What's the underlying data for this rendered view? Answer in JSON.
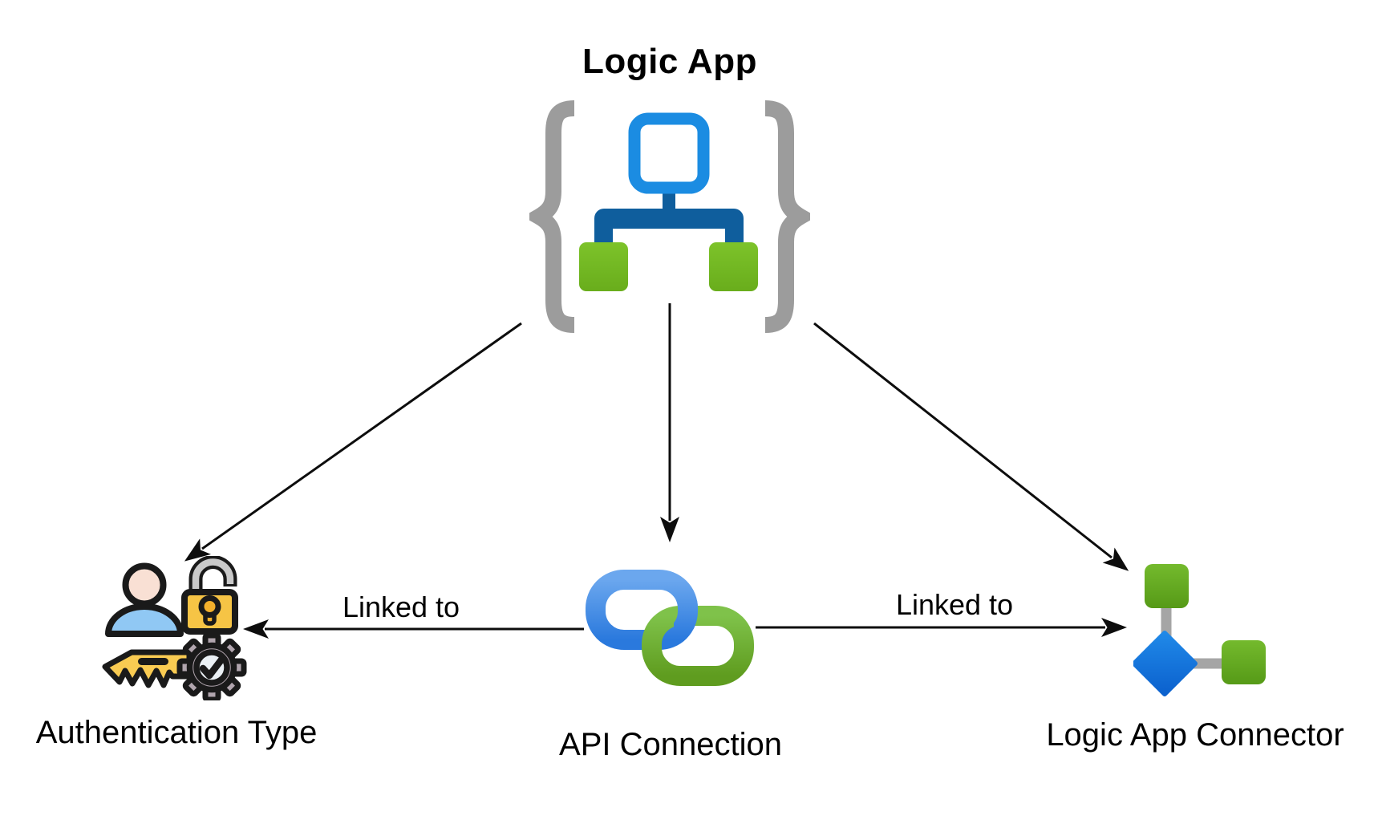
{
  "title": "Logic App",
  "nodes": {
    "auth": {
      "label": "Authentication Type"
    },
    "api": {
      "label": "API Connection"
    },
    "connector": {
      "label": "Logic App Connector"
    }
  },
  "edges": {
    "api_to_auth": {
      "label": "Linked to"
    },
    "api_to_connector": {
      "label": "Linked to"
    }
  },
  "icons": {
    "logic_app": "curly-braces-workflow-icon",
    "auth": "user-lock-key-gear-icon",
    "api": "chain-links-icon",
    "connector": "diamond-squares-connector-icon"
  },
  "colors": {
    "brace_gray": "#9c9c9c",
    "logic_blue": "#1b8ce2",
    "logic_dark_blue": "#0f5e9d",
    "logic_green": "#76bc21",
    "link_blue_light": "#6ba7ee",
    "link_blue_dark": "#2a79dd",
    "link_green_light": "#7fc24a",
    "link_green_dark": "#5f9c1f",
    "connector_blue": "#1a82e4",
    "stem_gray": "#a5a5a5",
    "lock_yellow": "#f6c445",
    "person_blue": "#90c8f4",
    "skin": "#f9e0d4",
    "gear_gray": "#b1a5ae",
    "arrow_black": "#0d0d0d"
  }
}
